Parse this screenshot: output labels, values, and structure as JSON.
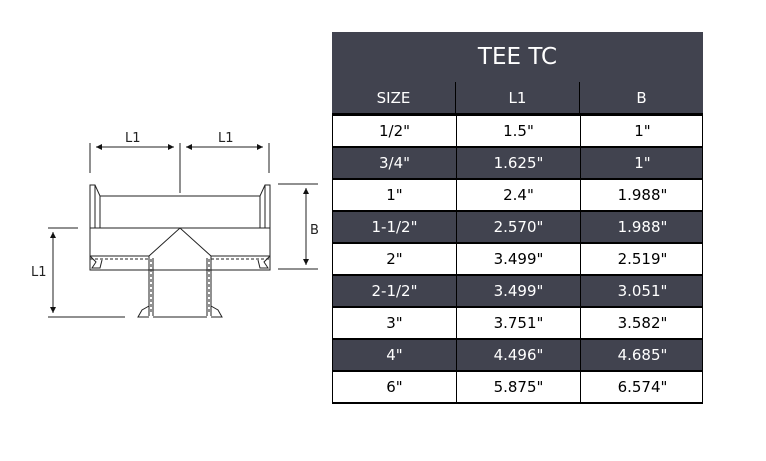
{
  "drawing": {
    "labels": {
      "top_left": "L1",
      "top_right": "L1",
      "right": "B",
      "left": "L1"
    }
  },
  "table": {
    "title": "TEE TC",
    "columns": [
      "SIZE",
      "L1",
      "B"
    ],
    "rows": [
      {
        "size": "1/2\"",
        "l1": "1.5\"",
        "b": "1\""
      },
      {
        "size": "3/4\"",
        "l1": "1.625\"",
        "b": "1\""
      },
      {
        "size": "1\"",
        "l1": "2.4\"",
        "b": "1.988\""
      },
      {
        "size": "1-1/2\"",
        "l1": "2.570\"",
        "b": "1.988\""
      },
      {
        "size": "2\"",
        "l1": "3.499\"",
        "b": "2.519\""
      },
      {
        "size": "2-1/2\"",
        "l1": "3.499\"",
        "b": "3.051\""
      },
      {
        "size": "3\"",
        "l1": "3.751\"",
        "b": "3.582\""
      },
      {
        "size": "4\"",
        "l1": "4.496\"",
        "b": "4.685\""
      },
      {
        "size": "6\"",
        "l1": "5.875\"",
        "b": "6.574\""
      }
    ],
    "colors": {
      "dark": "#41434f",
      "light": "#ffffff",
      "border": "#000000"
    }
  }
}
